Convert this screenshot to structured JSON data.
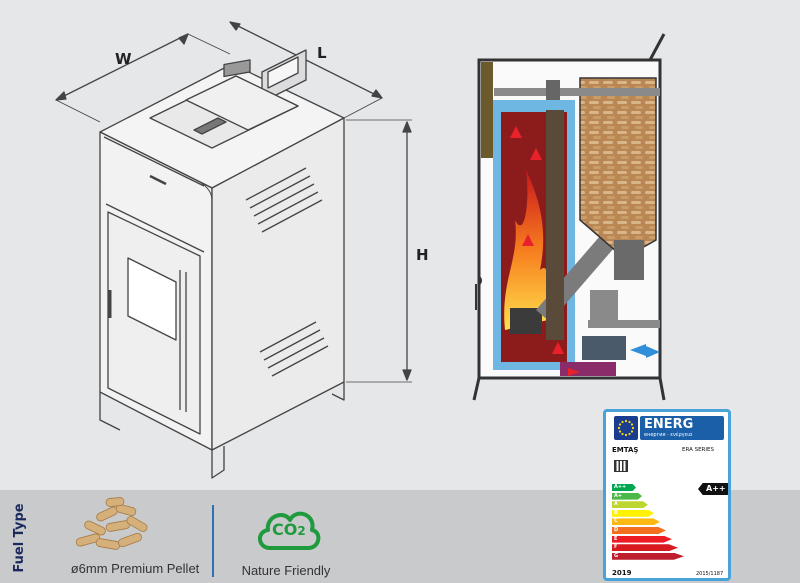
{
  "dimensions": {
    "width_label": "W",
    "length_label": "L",
    "height_label": "H"
  },
  "fuel": {
    "section_label": "Fuel Type",
    "items": [
      {
        "label": "ø6mm Premium Pellet",
        "icon": "pellet-pile-icon"
      },
      {
        "label": "Nature Friendly",
        "icon": "co2-cloud-icon",
        "icon_text": "CO",
        "icon_sub": "2"
      }
    ]
  },
  "energy_label": {
    "header": "ENERG",
    "header_sub": "енергия · ενέργεια",
    "brand": "EMTAŞ",
    "series": "ERA SERIES",
    "rating": "A++",
    "classes": [
      "A++",
      "A+",
      "A",
      "B",
      "C",
      "D",
      "E",
      "F",
      "G"
    ],
    "class_colors": [
      "#00a54f",
      "#4cb848",
      "#bed630",
      "#fff200",
      "#fdb913",
      "#f37021",
      "#ed1c24",
      "#d71920",
      "#be1e2d"
    ],
    "year": "2019",
    "regulation": "2015/1187"
  },
  "colors": {
    "flame": "#f26a21",
    "chamber": "#8c1b1b",
    "water": "#6fb7e3",
    "airflow": "#2f8fd8",
    "outline": "#333333"
  }
}
